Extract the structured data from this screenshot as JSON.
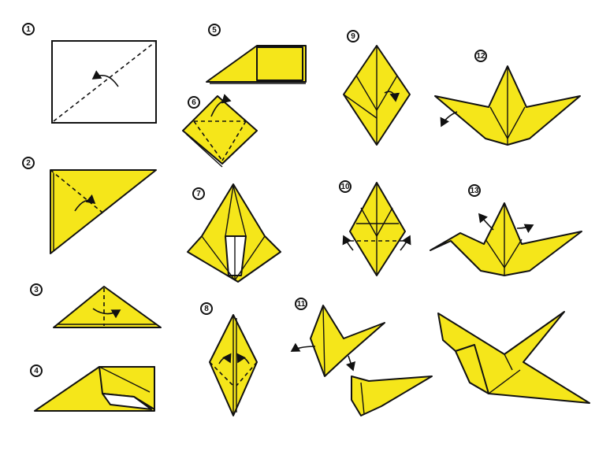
{
  "diagram": {
    "colors": {
      "paper": "#f5e61a",
      "outline": "#111111",
      "background": "#ffffff"
    },
    "steps": [
      {
        "label": "1"
      },
      {
        "label": "2"
      },
      {
        "label": "3"
      },
      {
        "label": "4"
      },
      {
        "label": "5"
      },
      {
        "label": "6"
      },
      {
        "label": "7"
      },
      {
        "label": "8"
      },
      {
        "label": "9"
      },
      {
        "label": "10"
      },
      {
        "label": "11"
      },
      {
        "label": "12"
      },
      {
        "label": "13"
      }
    ]
  }
}
